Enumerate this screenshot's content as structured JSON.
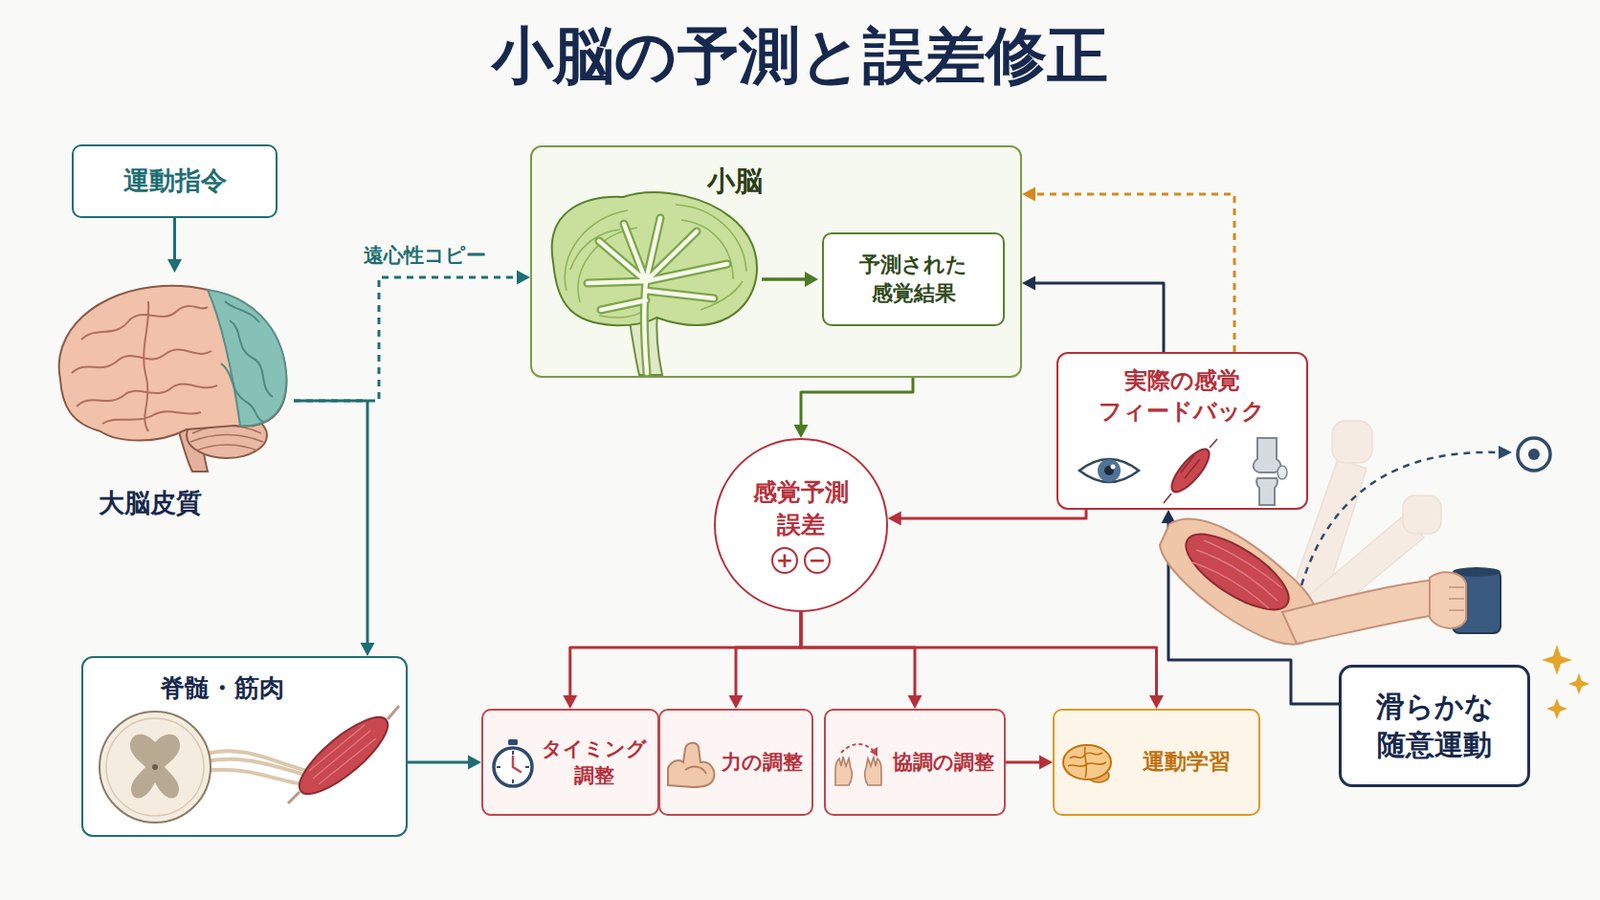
{
  "diagram": {
    "title": "小脳の予測と誤差修正",
    "nodes": [
      {
        "text": [
          "運動指令"
        ]
      },
      {
        "text": [
          "大脳皮質"
        ]
      },
      {
        "text": [
          "小脳"
        ]
      },
      {
        "text": [
          "予測された 感覚結果"
        ],
        "in": 2
      },
      {
        "text": [
          "感覚予測 誤差",
          "+",
          "−"
        ]
      },
      {
        "text": [
          "実際の感覚 フィードバック"
        ]
      },
      {
        "text": [
          "脊髄・筋肉"
        ]
      },
      {
        "text": [
          "タイミング 調整"
        ]
      },
      {
        "text": [
          "力の調整"
        ]
      },
      {
        "text": [
          "協調の調整"
        ]
      },
      {
        "text": [
          "運動学習"
        ]
      },
      {
        "text": [
          "滑らかな 随意運動"
        ]
      }
    ],
    "edges": [
      {
        "from": 0,
        "to": 1,
        "arrow": "to"
      },
      {
        "from": 1,
        "to": 2,
        "label": "遠心性コピー",
        "arrow": "to"
      },
      {
        "from": 1,
        "to": 6,
        "arrow": "to"
      },
      {
        "from": 3,
        "to": 4,
        "arrow": "to"
      },
      {
        "from": 5,
        "to": 4,
        "arrow": "to"
      },
      {
        "from": 5,
        "to": 2,
        "arrow": "to"
      },
      {
        "from": 5,
        "to": 2,
        "arrow": "to"
      },
      {
        "from": 4,
        "to": 7,
        "arrow": "to"
      },
      {
        "from": 4,
        "to": 8,
        "arrow": "to"
      },
      {
        "from": 4,
        "to": 9,
        "arrow": "to"
      },
      {
        "from": 4,
        "to": 10,
        "arrow": "to"
      },
      {
        "from": 6,
        "to": 7,
        "arrow": "to"
      },
      {
        "from": 9,
        "to": 10,
        "arrow": "to"
      },
      {
        "from": 11,
        "to": 5,
        "arrow": "to"
      }
    ]
  }
}
